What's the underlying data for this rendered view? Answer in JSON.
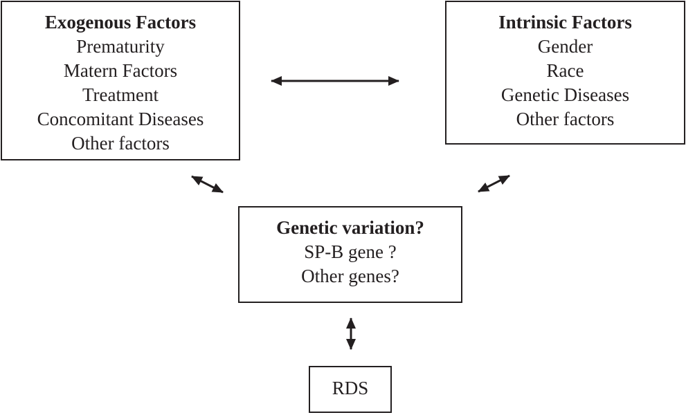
{
  "exogenous": {
    "title": "Exogenous Factors",
    "items": [
      "Prematurity",
      "Matern Factors",
      "Treatment",
      "Concomitant Diseases",
      "Other factors"
    ]
  },
  "intrinsic": {
    "title": "Intrinsic Factors",
    "items": [
      "Gender",
      "Race",
      "Genetic Diseases",
      "Other factors"
    ]
  },
  "genetic": {
    "title": "Genetic variation?",
    "items": [
      "SP-B gene ?",
      "Other genes?"
    ]
  },
  "outcome": {
    "label": "RDS"
  },
  "colors": {
    "ink": "#231f20",
    "background": "#ffffff"
  }
}
